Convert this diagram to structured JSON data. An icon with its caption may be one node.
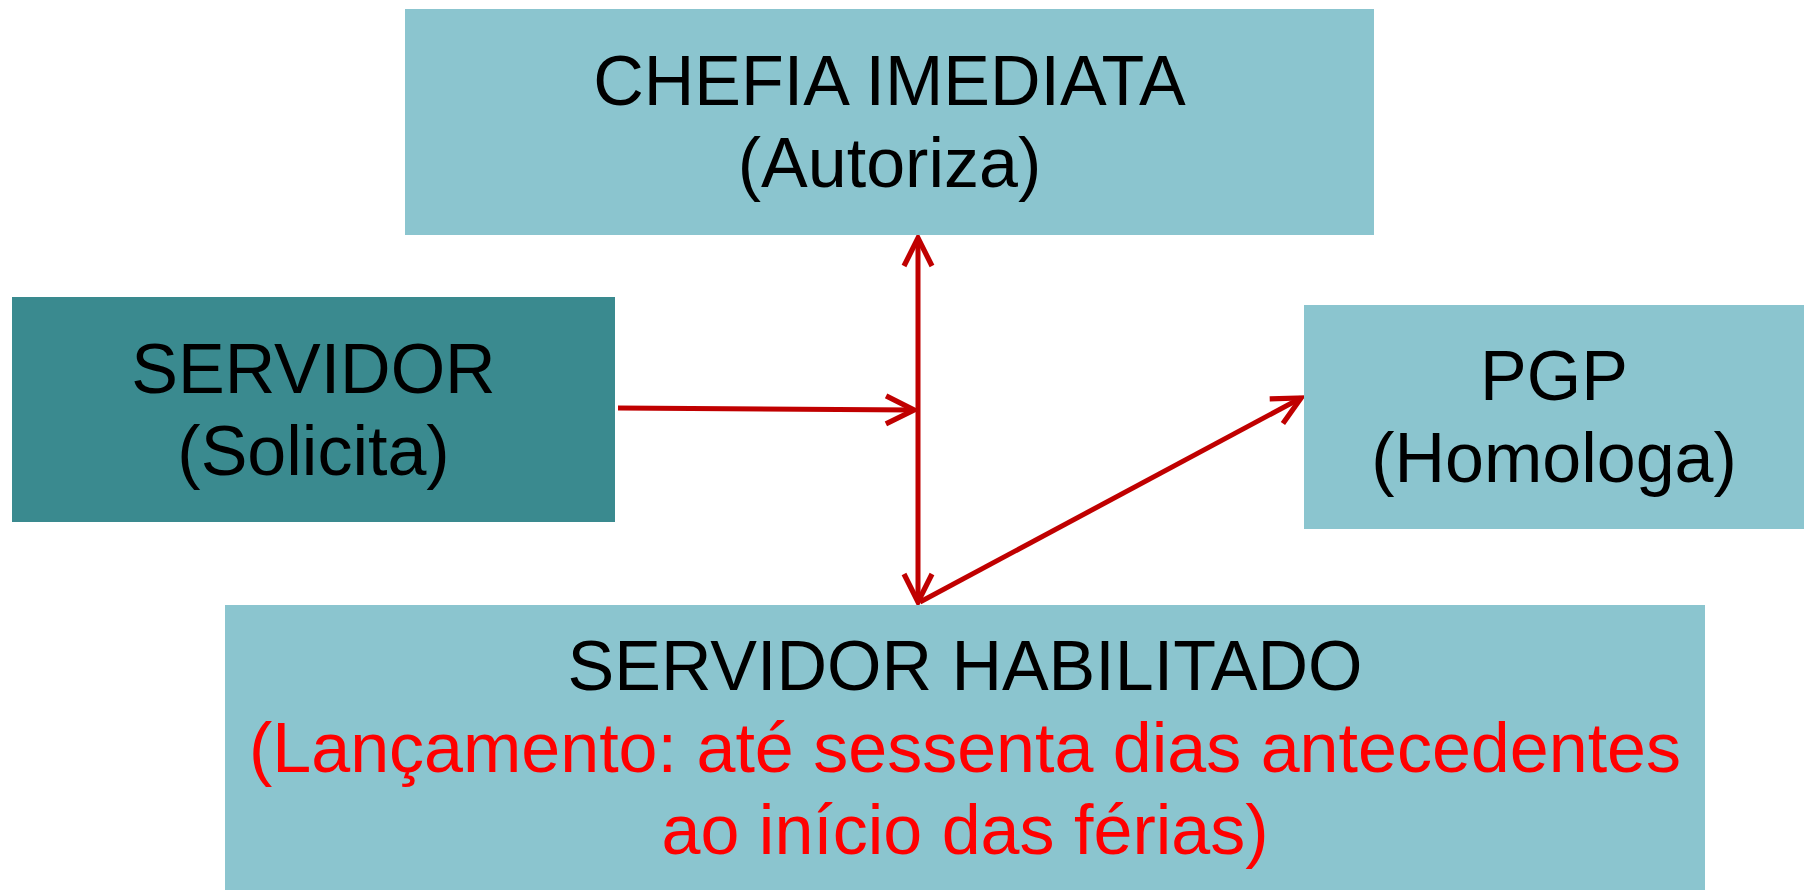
{
  "diagram": {
    "nodes": [
      {
        "text": [
          "CHEFIA IMEDIATA",
          "(Autoriza)"
        ]
      },
      {
        "text": [
          "SERVIDOR",
          "(Solicita)"
        ]
      },
      {
        "text": [
          "PGP",
          "(Homologa)"
        ]
      },
      {
        "text": [
          "SERVIDOR HABILITADO",
          "(Lançamento: até sessenta dias antecedentes ao início das férias)"
        ]
      }
    ],
    "edges": [
      {
        "from": 0,
        "to": 3,
        "arrow": "both"
      },
      {
        "from": 1,
        "to": null,
        "arrow": "to"
      },
      {
        "from": 3,
        "to": 2,
        "arrow": "to"
      }
    ]
  }
}
